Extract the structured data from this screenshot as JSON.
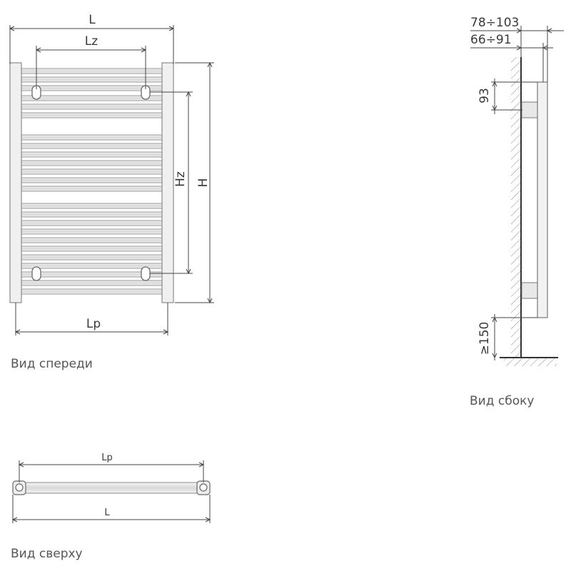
{
  "front_view": {
    "caption": "Вид спереди",
    "dim_width": "L",
    "dim_connection_width": "Lz",
    "dim_connection_height": "Hz",
    "dim_height": "H",
    "dim_pipe_width": "Lp"
  },
  "side_view": {
    "caption": "Вид сбоку",
    "dim_depth_max": "78÷103",
    "dim_depth_min": "66÷91",
    "dim_top_offset": "93",
    "dim_floor_clearance": "≥150"
  },
  "top_view": {
    "caption": "Вид сверху",
    "dim_pipe_width": "Lp",
    "dim_width": "L"
  }
}
